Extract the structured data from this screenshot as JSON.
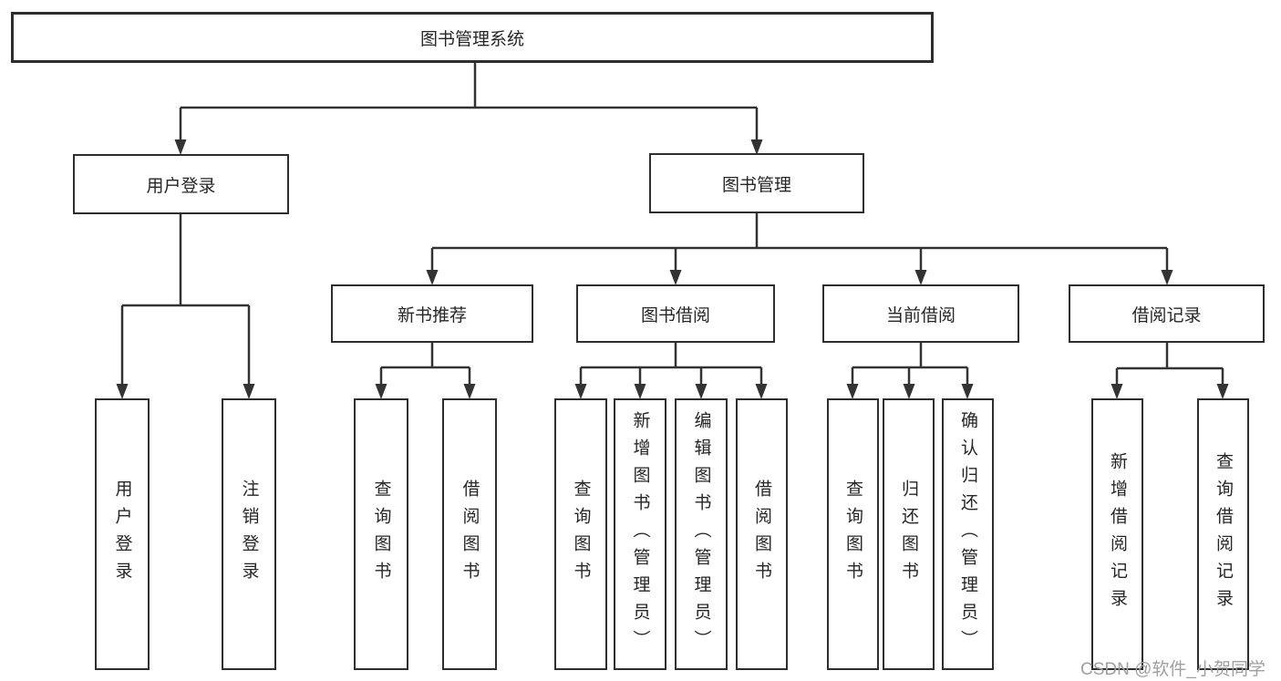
{
  "colors": {
    "line": "#333333",
    "box_border": "#2e2e2e",
    "box_background": "#ffffff",
    "text": "#262626",
    "watermark": "#9f9f9f",
    "page_background": "#ffffff"
  },
  "nodes": {
    "root": {
      "label": "图书管理系统"
    },
    "level2": [
      {
        "label": "用户登录"
      },
      {
        "label": "图书管理"
      }
    ],
    "level3": [
      {
        "label": "新书推荐"
      },
      {
        "label": "图书借阅"
      },
      {
        "label": "当前借阅"
      },
      {
        "label": "借阅记录"
      }
    ],
    "leaves": [
      {
        "label": "用户登录"
      },
      {
        "label": "注销登录"
      },
      {
        "label": "查询图书"
      },
      {
        "label": "借阅图书"
      },
      {
        "label": "查询图书"
      },
      {
        "label": "新增图书（管理员）"
      },
      {
        "label": "编辑图书（管理员）"
      },
      {
        "label": "借阅图书"
      },
      {
        "label": "查询图书"
      },
      {
        "label": "归还图书"
      },
      {
        "label": "确认归还（管理员）"
      },
      {
        "label": "新增借阅记录"
      },
      {
        "label": "查询借阅记录"
      }
    ]
  },
  "watermark": "CSDN @软件_小贺同学"
}
